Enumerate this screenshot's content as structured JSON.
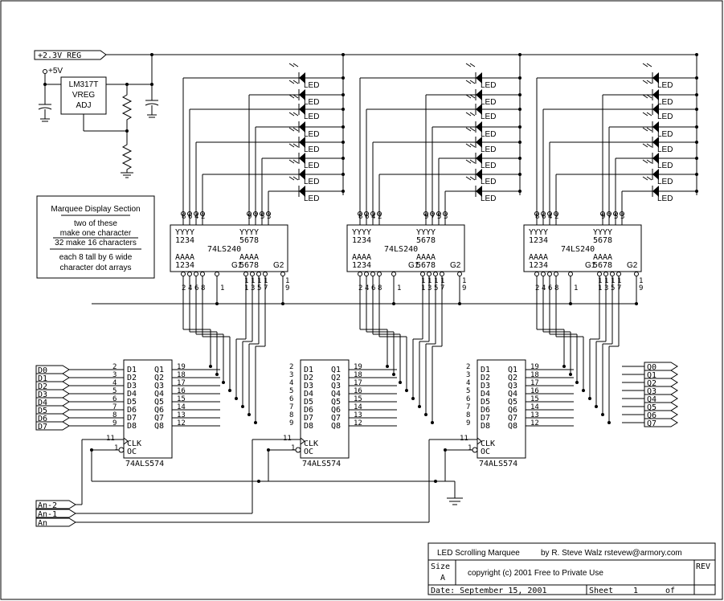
{
  "power": {
    "rail_label": "+2.3V REG",
    "supply_label": "+5V",
    "regulator_lines": [
      "LM317T",
      "VREG",
      "ADJ"
    ]
  },
  "info_box": {
    "title": "Marquee Display Section",
    "line1": "two of these",
    "line2": "make one character",
    "line3": "32 make 16 characters",
    "line4": "each 8 tall by 6 wide",
    "line5": "character dot arrays"
  },
  "led_label": "LED",
  "buffer": {
    "part": "74LS240",
    "out_y": "YYYY",
    "out_top_left": "1234",
    "out_top_right": "5678",
    "in_a": "AAAA",
    "g1": "G1",
    "g2": "G2",
    "pins_out_left": [
      "8",
      "6",
      "4",
      "2"
    ],
    "pins_out_right": [
      "9",
      "7",
      "5",
      "3"
    ],
    "pins_in_left": [
      "2",
      "4",
      "6",
      "8"
    ],
    "pin_g1": "1",
    "pins_in_right": [
      "1",
      "1",
      "1",
      "1"
    ],
    "pins_in_right2": [
      "1",
      "3",
      "5",
      "7"
    ],
    "pin_g2": [
      "1",
      "9"
    ]
  },
  "latch": {
    "part": "74ALS574",
    "d_pins": [
      "2",
      "3",
      "4",
      "5",
      "6",
      "7",
      "8",
      "9"
    ],
    "d_labels": [
      "D1",
      "D2",
      "D3",
      "D4",
      "D5",
      "D6",
      "D7",
      "D8"
    ],
    "q_labels": [
      "Q1",
      "Q2",
      "Q3",
      "Q4",
      "Q5",
      "Q6",
      "Q7",
      "Q8"
    ],
    "q_pins": [
      "19",
      "18",
      "17",
      "16",
      "15",
      "14",
      "13",
      "12"
    ],
    "clk": "CLK",
    "oc": "OC",
    "clk_pin": "11",
    "oc_pin": "1"
  },
  "data_inputs": [
    "D0",
    "D1",
    "D2",
    "D3",
    "D4",
    "D5",
    "D6",
    "D7"
  ],
  "data_outputs": [
    "Q0",
    "Q1",
    "Q2",
    "Q3",
    "Q4",
    "Q5",
    "Q6",
    "Q7"
  ],
  "address_inputs": [
    "An-2",
    "An-1",
    "An"
  ],
  "title_block": {
    "title": "LED Scrolling Marquee",
    "author": "by R. Steve Walz  rstevew@armory.com",
    "size_label": "Size",
    "size_value": "A",
    "copyright": "copyright (c) 2001 Free to Private Use",
    "rev_label": "REV",
    "date": "Date: September 15, 2001",
    "sheet_label": "Sheet",
    "sheet_number": "1",
    "of_label": "of"
  }
}
